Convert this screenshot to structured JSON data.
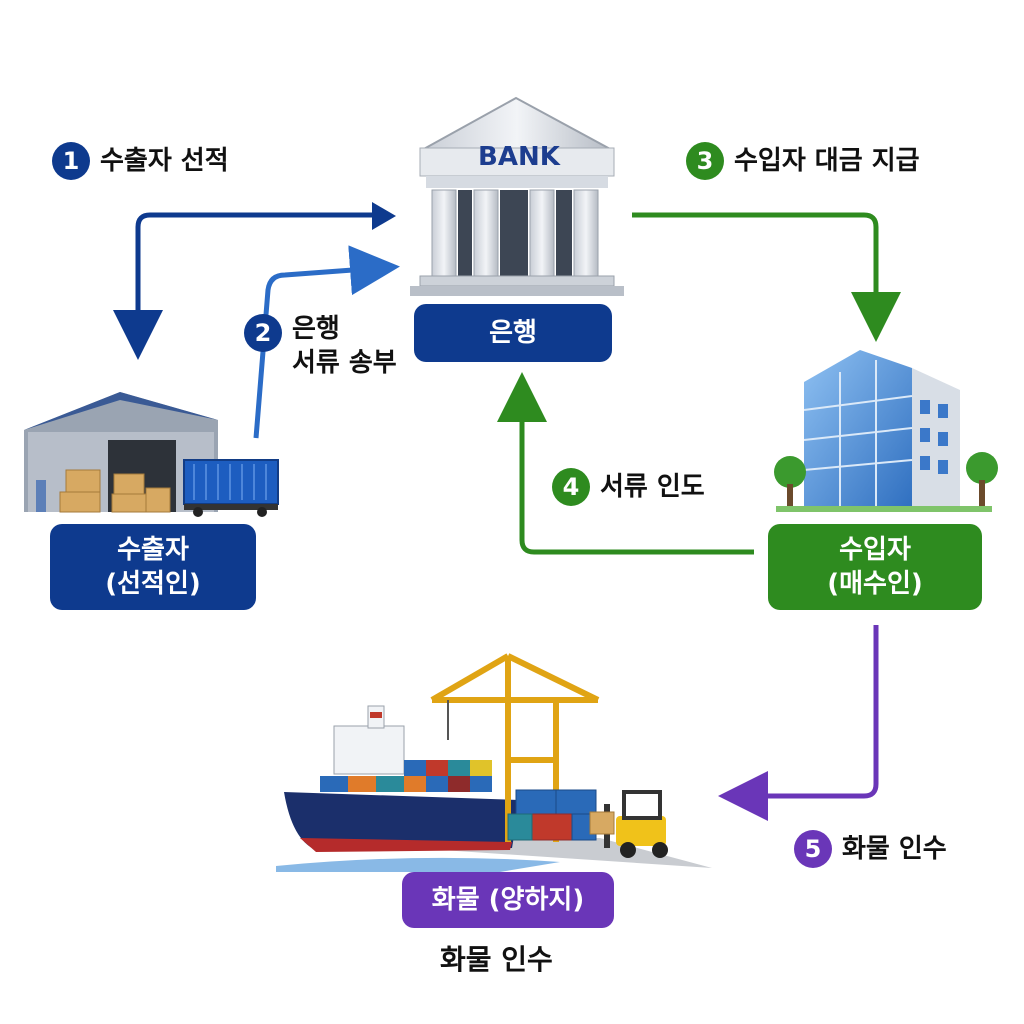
{
  "colors": {
    "blue": "#0e3a8e",
    "light_blue": "#2b6cc7",
    "green": "#2e8b1f",
    "purple": "#6a36b8"
  },
  "steps": [
    {
      "number": "1",
      "label": "수출자 선적",
      "color": "#0e3a8e"
    },
    {
      "number": "2",
      "label_line1": "은행",
      "label_line2": "서류 송부",
      "color": "#0e3a8e"
    },
    {
      "number": "3",
      "label": "수입자 대금 지급",
      "color": "#2e8b1f"
    },
    {
      "number": "4",
      "label": "서류 인도",
      "color": "#2e8b1f"
    },
    {
      "number": "5",
      "label": "화물 인수",
      "color": "#6a36b8"
    }
  ],
  "nodes": {
    "bank": {
      "sign": "BANK",
      "label": "은행"
    },
    "exporter": {
      "line1": "수출자",
      "line2": "(선적인)"
    },
    "importer": {
      "line1": "수입자",
      "line2": "(매수인)"
    },
    "cargo": {
      "label": "화물 (양하지)",
      "caption": "화물 인수"
    }
  },
  "icons": [
    "bank-building-icon",
    "warehouse-icon",
    "container-icon",
    "office-building-icon",
    "cargo-ship-icon",
    "crane-icon",
    "forklift-icon"
  ]
}
